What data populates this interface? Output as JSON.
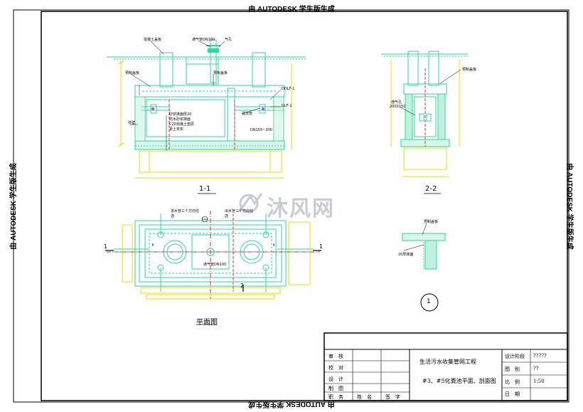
{
  "watermark": "由 AUTODESK 学生版生成",
  "logo": {
    "text": "沐风网"
  },
  "views": {
    "section_1": "1-1",
    "section_2": "2-2",
    "plan": "平面图",
    "detail": "1",
    "plan_marker_left": "1",
    "plan_marker_right": "1",
    "plan_marker_2": "2"
  },
  "annotations": {
    "s1_a": "混凝土盖板",
    "s1_b": "通气管DN100",
    "s1_c": "气孔",
    "s1_d": "预制盖板",
    "s1_e": "预制盖板",
    "s1_f": "DOLF-1",
    "s1_g": "GLF-1",
    "s1_h": "砂浆抹面厚20",
    "s1_i": "防水砂浆抹面",
    "s1_j": "C20混凝土垫层",
    "s1_k": "素土夯实",
    "s1_l": "井壁",
    "s1_m": "DN150~200",
    "s1_n": "溢流管",
    "s2_a": "预制盖板",
    "s2_b": "通气孔",
    "s2_c": "200X150",
    "plan_a": "进水管三个方向任",
    "plan_b": "选",
    "plan_c": "出水管三个方向任",
    "plan_d": "选",
    "plan_e": "通气管DN100",
    "detail_a": "预制盖板",
    "detail_b": "20厚抹面"
  },
  "title_block": {
    "rows": [
      "审　核",
      "校　对",
      "设　计",
      "制　图"
    ],
    "bottom_row": [
      "职　务",
      "姓　名",
      "签　字"
    ],
    "project": "生活污水收集管网工程",
    "drawing": "#3、#5化粪池平面、剖面图",
    "fields": [
      {
        "label": "设计阶段",
        "value": "?????"
      },
      {
        "label": "图　别",
        "value": "??"
      },
      {
        "label": "比　例",
        "value": "1:50"
      },
      {
        "label": "日　期",
        "value": ""
      }
    ]
  }
}
